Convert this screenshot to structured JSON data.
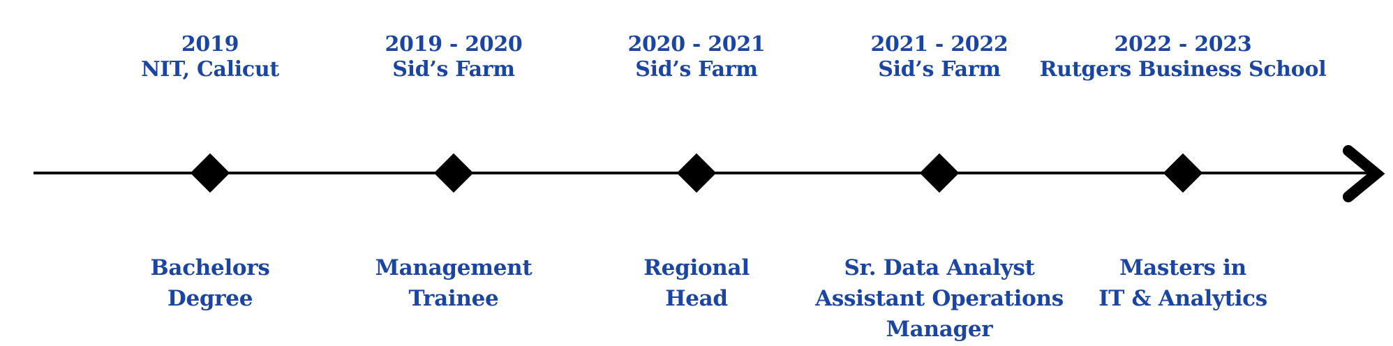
{
  "timeline": {
    "colors": {
      "text": "#1b45a3",
      "line": "#000000",
      "marker": "#000000",
      "background": "#ffffff"
    },
    "marker_shape": "diamond-icon",
    "end_marker": "arrow-right-icon",
    "milestones": [
      {
        "period": "2019",
        "organization": "NIT, Calicut",
        "role_lines": [
          "Bachelors",
          "Degree"
        ]
      },
      {
        "period": "2019 - 2020",
        "organization": "Sid’s Farm",
        "role_lines": [
          "Management",
          "Trainee"
        ]
      },
      {
        "period": "2020 - 2021",
        "organization": "Sid’s Farm",
        "role_lines": [
          "Regional",
          "Head"
        ]
      },
      {
        "period": "2021 - 2022",
        "organization": "Sid’s Farm",
        "role_lines": [
          "Sr. Data Analyst",
          "Assistant Operations",
          "Manager"
        ]
      },
      {
        "period": "2022 - 2023",
        "organization": "Rutgers Business School",
        "role_lines": [
          "Masters in",
          "IT & Analytics"
        ]
      }
    ]
  }
}
